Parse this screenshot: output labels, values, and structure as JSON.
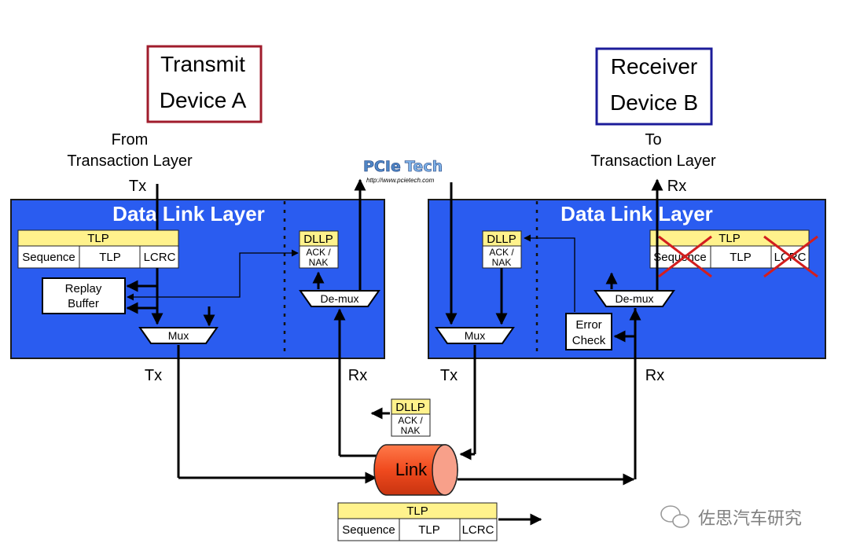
{
  "device_a": {
    "line1": "Transmit",
    "line2": "Device A",
    "border_color": "#a01c2c"
  },
  "device_b": {
    "line1": "Receiver",
    "line2": "Device B",
    "border_color": "#1c1c9a"
  },
  "left": {
    "from_line1": "From",
    "from_line2": "Transaction Layer",
    "tx_top": "Tx",
    "title": "Data Link Layer",
    "tlp_header": "TLP",
    "tlp_cells": [
      "Sequence",
      "TLP",
      "LCRC"
    ],
    "replay_line1": "Replay",
    "replay_line2": "Buffer",
    "mux": "Mux",
    "demux": "De-mux",
    "dllp": "DLLP",
    "ack_line1": "ACK /",
    "ack_line2": "NAK",
    "tx_bottom": "Tx",
    "rx_bottom": "Rx"
  },
  "right": {
    "to_line1": "To",
    "to_line2": "Transaction Layer",
    "rx_top": "Rx",
    "title": "Data Link Layer",
    "tlp_header": "TLP",
    "tlp_cells": [
      "Sequence",
      "TLP",
      "LCRC"
    ],
    "mux": "Mux",
    "demux": "De-mux",
    "dllp": "DLLP",
    "ack_line1": "ACK /",
    "ack_line2": "NAK",
    "error_line1": "Error",
    "error_line2": "Check",
    "tx_bottom": "Tx",
    "rx_bottom": "Rx"
  },
  "link": {
    "label": "Link",
    "color": "#f04a1e"
  },
  "link_dllp": {
    "header": "DLLP",
    "ack_line1": "ACK /",
    "ack_line2": "NAK"
  },
  "bottom_tlp": {
    "header": "TLP",
    "cells": [
      "Sequence",
      "TLP",
      "LCRC"
    ]
  },
  "logo": {
    "pcie": "PCIe",
    "tech": "Tech",
    "url": "http://www.pcietech.com"
  },
  "watermark": {
    "text": "佐思汽车研究",
    "icon": "wechat-icon"
  },
  "colors": {
    "layer_blue": "#2a5cf0",
    "tlp_yellow": "#fff28c",
    "cross_red": "#d21e1e"
  }
}
